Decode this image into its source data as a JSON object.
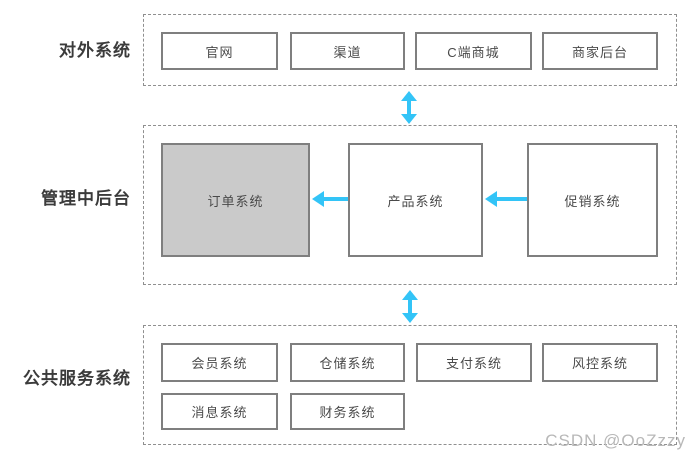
{
  "colors": {
    "arrow": "#33c4f7",
    "box_border": "#7f7f7f",
    "highlight_fill": "#cacaca",
    "group_border": "#8f8f8f",
    "row_label": "#3b3b3b",
    "box_text": "#4a4a4a",
    "watermark": "#b8b8b8",
    "background": "#ffffff"
  },
  "watermark": "CSDN @OoZzzy",
  "diagram": {
    "rows": [
      {
        "label": "对外系统",
        "boxes": [
          {
            "label": "官网"
          },
          {
            "label": "渠道"
          },
          {
            "label": "C端商城"
          },
          {
            "label": "商家后台"
          }
        ]
      },
      {
        "label": "管理中后台",
        "boxes": [
          {
            "label": "订单系统",
            "highlighted": true
          },
          {
            "label": "产品系统"
          },
          {
            "label": "促销系统"
          }
        ],
        "connections": [
          {
            "from": "产品系统",
            "to": "订单系统",
            "direction": "left"
          },
          {
            "from": "促销系统",
            "to": "产品系统",
            "direction": "left"
          }
        ]
      },
      {
        "label": "公共服务系统",
        "boxes": [
          {
            "label": "会员系统"
          },
          {
            "label": "仓储系统"
          },
          {
            "label": "支付系统"
          },
          {
            "label": "风控系统"
          },
          {
            "label": "消息系统"
          },
          {
            "label": "财务系统"
          }
        ]
      }
    ],
    "inter_row_links": [
      "bidirectional",
      "bidirectional"
    ]
  }
}
